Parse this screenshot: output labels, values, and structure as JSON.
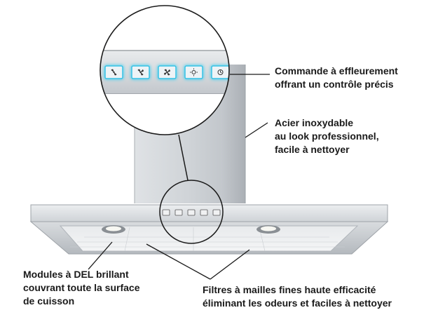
{
  "features": {
    "touch_control": {
      "lines": [
        "Commande à effleurement",
        "offrant un contrôle précis"
      ]
    },
    "stainless_steel": {
      "lines": [
        "Acier inoxydable",
        "au look professionnel,",
        "facile à nettoyer"
      ]
    },
    "led_modules": {
      "lines": [
        "Modules à DEL brillant",
        "couvrant toute la surface",
        "de cuisson"
      ]
    },
    "mesh_filters": {
      "lines": [
        "Filtres à mailles fines haute efficacité",
        "éliminant les odeurs et faciles à nettoyer"
      ]
    }
  },
  "control_panel": {
    "buttons": [
      {
        "icon": "fan-speed-1-icon"
      },
      {
        "icon": "fan-speed-2-icon"
      },
      {
        "icon": "fan-speed-3-icon"
      },
      {
        "icon": "light-icon"
      },
      {
        "icon": "power-timer-icon"
      }
    ],
    "glow_color": "#3fd0f0"
  },
  "colors": {
    "steel_light": "#e4e6e8",
    "steel_mid": "#c9ccd0",
    "steel_dark": "#a3a8ad",
    "text": "#1a1a1a",
    "leader_line": "#1a1a1a"
  }
}
